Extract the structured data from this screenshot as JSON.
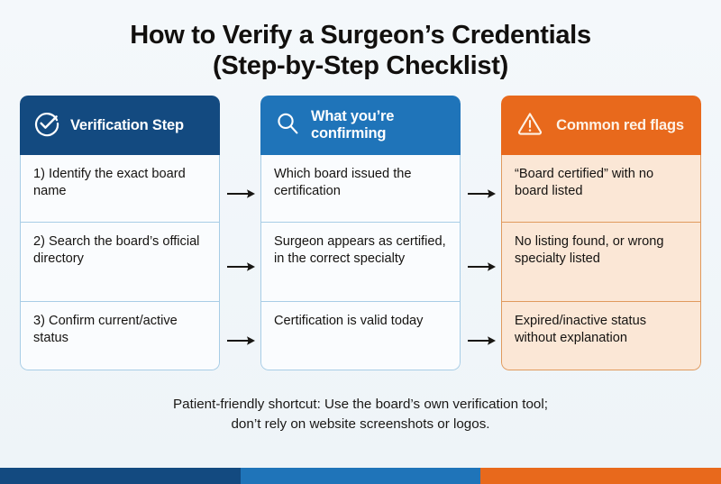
{
  "theme": {
    "background": "#f2f6fa",
    "navy": "#134a80",
    "blue": "#1f74b9",
    "orange": "#e8691c",
    "peach": "#fbe7d6",
    "cool_cell": "#fafcfe",
    "cool_border": "#a8cde6",
    "warm_border": "#e09a5d",
    "text": "#151311"
  },
  "title": {
    "line1": "How to Verify a Surgeon’s Credentials",
    "line2": "(Step-by-Step Checklist)"
  },
  "columns": [
    {
      "id": "verification-step",
      "header": "Verification Step",
      "icon": "check-circle-icon",
      "header_color": "#134a80",
      "body_color": "#fafcfe",
      "cells": [
        "1) Identify the exact board name",
        "2) Search the board’s official directory",
        "3) Confirm current/active status"
      ]
    },
    {
      "id": "what-youre-confirming",
      "header": "What you’re confirming",
      "icon": "search-icon",
      "header_color": "#1f74b9",
      "body_color": "#fafcfe",
      "cells": [
        "Which board issued the certification",
        "Surgeon appears as certified, in the correct specialty",
        "Certification is valid today"
      ]
    },
    {
      "id": "common-red-flags",
      "header": "Common red flags",
      "icon": "warning-triangle-icon",
      "header_color": "#e8691c",
      "body_color": "#fbe7d6",
      "cells": [
        "“Board certified” with no board listed",
        "No listing found, or wrong specialty listed",
        "Expired/inactive status without explanation"
      ]
    }
  ],
  "arrows": {
    "glyph": "→",
    "name": "flow-arrow-icon",
    "count_per_gap": 3
  },
  "footer": {
    "line1": "Patient-friendly shortcut: Use the board’s own verification tool;",
    "line2": "don’t rely on website screenshots or logos."
  },
  "bottom_bar": {
    "segments": [
      {
        "name": "navy-segment",
        "color": "#134a80"
      },
      {
        "name": "blue-segment",
        "color": "#1f74b9"
      },
      {
        "name": "orange-segment",
        "color": "#e8691c"
      }
    ]
  }
}
